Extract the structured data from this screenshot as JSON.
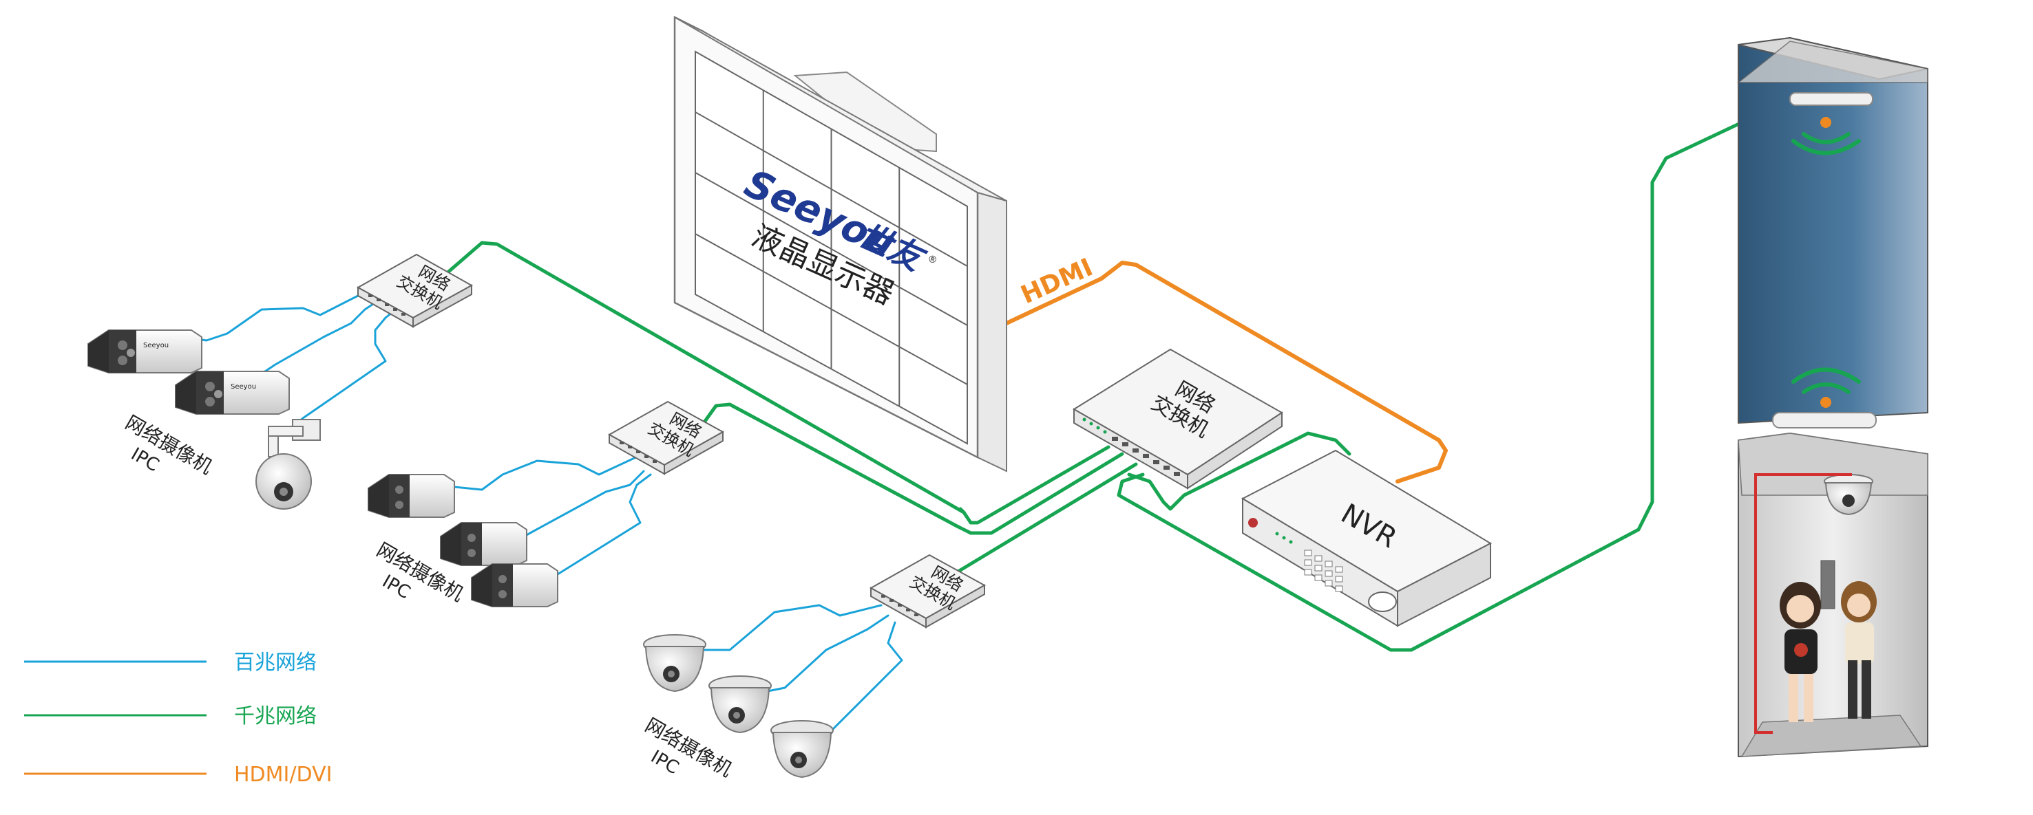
{
  "colors": {
    "network_100m": "#1aa3d9",
    "network_1000m": "#17a552",
    "hdmi_line": "#ef8a22",
    "brand_blue": "#1f3a93",
    "shaft_blue": "#3f6c8f",
    "device_gray": "#f2f2f2",
    "outline": "#666666"
  },
  "video_wall": {
    "brand": "Seeyou",
    "brand_cn": "世友",
    "brand_mark": "®",
    "label": "液晶显示器"
  },
  "hdmi_label": "HDMI",
  "core_switch": {
    "label_line1": "网络",
    "label_line2": "交换机"
  },
  "nvr": {
    "label": "NVR"
  },
  "switch_1": {
    "label_line1": "网络",
    "label_line2": "交换机"
  },
  "switch_2": {
    "label_line1": "网络",
    "label_line2": "交换机"
  },
  "switch_3": {
    "label_line1": "网络",
    "label_line2": "交换机"
  },
  "camera_group_1": {
    "label_line1": "网络摄像机",
    "label_line2": "IPC"
  },
  "camera_group_2": {
    "label_line1": "网络摄像机",
    "label_line2": "IPC"
  },
  "camera_group_3": {
    "label_line1": "网络摄像机",
    "label_line2": "IPC"
  },
  "camera_brand_small": "Seeyou",
  "legend": [
    {
      "label": "百兆网络",
      "color": "#1aa3d9"
    },
    {
      "label": "千兆网络",
      "color": "#17a552"
    },
    {
      "label": "HDMI/DVI",
      "color": "#ef8a22"
    }
  ],
  "icons": [
    "wifi-signal-icon",
    "bullet-camera-icon",
    "dome-camera-icon",
    "ptz-camera-icon",
    "elevator-icon",
    "people-icon"
  ]
}
